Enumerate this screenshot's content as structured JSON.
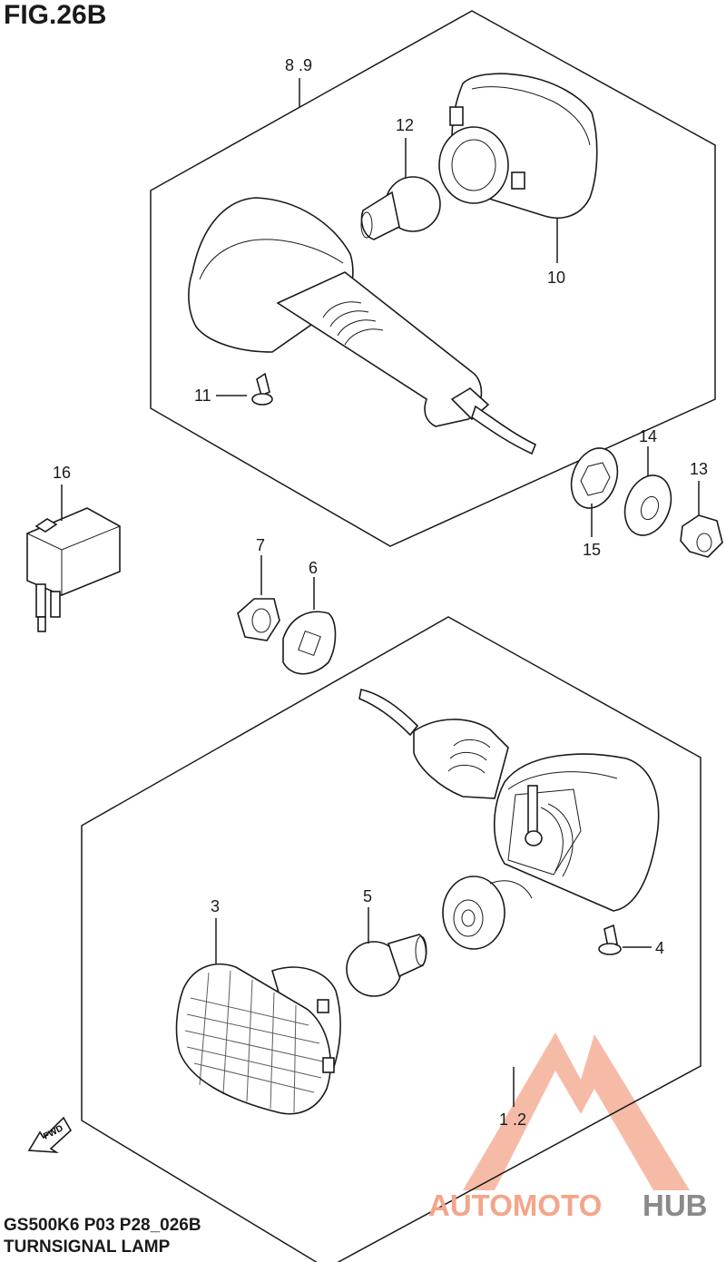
{
  "figure": {
    "title": "FIG.26B",
    "model_code": "GS500K6 P03 P28_026B",
    "assembly_name": "TURNSIGNAL LAMP"
  },
  "callouts": {
    "c89": "8 .9",
    "c12": "12",
    "c10": "10",
    "c11": "11",
    "c16": "16",
    "c14": "14",
    "c13": "13",
    "c15": "15",
    "c7": "7",
    "c6": "6",
    "c3": "3",
    "c5": "5",
    "c4": "4",
    "c12b": "1 .2"
  },
  "direction_marker": "FWD",
  "watermark": {
    "part1": "AUTOMOTO",
    "part2": "HUB",
    "color_primary": "#f4a58a",
    "color_secondary": "#8a8a8a"
  }
}
